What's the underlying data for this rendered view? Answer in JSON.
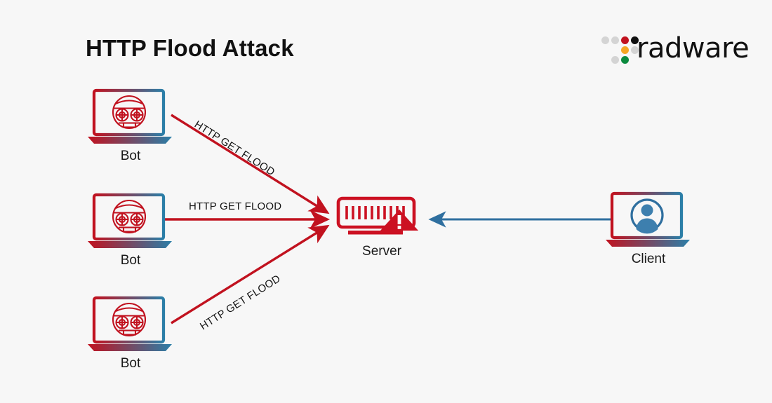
{
  "page": {
    "title": "HTTP Flood Attack",
    "background_color": "#f7f7f7"
  },
  "brand": {
    "name": "radware",
    "dot_colors": {
      "gray": "#d4d4d4",
      "red": "#c1121f",
      "black": "#111111",
      "orange": "#f5a623",
      "green": "#0b8a3e"
    },
    "dots": [
      {
        "name": "dot-r1c1",
        "color": "#d4d4d4",
        "col": 1,
        "row": 1
      },
      {
        "name": "dot-r1c2",
        "color": "#d4d4d4",
        "col": 2,
        "row": 1
      },
      {
        "name": "dot-r1c3",
        "color": "#c1121f",
        "col": 3,
        "row": 1
      },
      {
        "name": "dot-r1c4",
        "color": "#111111",
        "col": 4,
        "row": 1
      },
      {
        "name": "dot-r2c3",
        "color": "#f5a623",
        "col": 3,
        "row": 2
      },
      {
        "name": "dot-r2c4",
        "color": "#d4d4d4",
        "col": 4,
        "row": 2
      },
      {
        "name": "dot-r3c2",
        "color": "#d4d4d4",
        "col": 2,
        "row": 3
      },
      {
        "name": "dot-r3c3",
        "color": "#0b8a3e",
        "col": 3,
        "row": 3
      }
    ]
  },
  "colors": {
    "attack_red": "#c1121f",
    "server_red": "#cc1122",
    "client_blue": "#2f6f9f",
    "arrow_blue": "#2f6f9f",
    "gradient_start": "#c1121f",
    "gradient_end": "#2b7fa8",
    "text": "#1a1a1a"
  },
  "nodes": [
    {
      "id": "bot-1",
      "label": "Bot",
      "type": "laptop-bot",
      "icon": "robot-face-icon"
    },
    {
      "id": "bot-2",
      "label": "Bot",
      "type": "laptop-bot",
      "icon": "robot-face-icon"
    },
    {
      "id": "bot-3",
      "label": "Bot",
      "type": "laptop-bot",
      "icon": "robot-face-icon"
    },
    {
      "id": "server",
      "label": "Server",
      "type": "server",
      "icon": "server-icon",
      "badge": "warning-triangle-icon"
    },
    {
      "id": "client",
      "label": "Client",
      "type": "laptop-client",
      "icon": "user-avatar-icon"
    }
  ],
  "edges": [
    {
      "id": "edge-bot1-server",
      "label": "HTTP GET FLOOD",
      "from": "bot-1",
      "to": "server",
      "color": "#c1121f",
      "direction": "to-server"
    },
    {
      "id": "edge-bot2-server",
      "label": "HTTP GET FLOOD",
      "from": "bot-2",
      "to": "server",
      "color": "#c1121f",
      "direction": "to-server"
    },
    {
      "id": "edge-bot3-server",
      "label": "HTTP GET FLOOD",
      "from": "bot-3",
      "to": "server",
      "color": "#c1121f",
      "direction": "to-server"
    },
    {
      "id": "edge-client-server",
      "label": "",
      "from": "client",
      "to": "server",
      "color": "#2f6f9f",
      "direction": "to-server"
    }
  ],
  "labels": {
    "bot_1": "Bot",
    "bot_2": "Bot",
    "bot_3": "Bot",
    "server": "Server",
    "client": "Client",
    "flood_1": "HTTP GET FLOOD",
    "flood_2": "HTTP GET FLOOD",
    "flood_3": "HTTP GET FLOOD"
  }
}
